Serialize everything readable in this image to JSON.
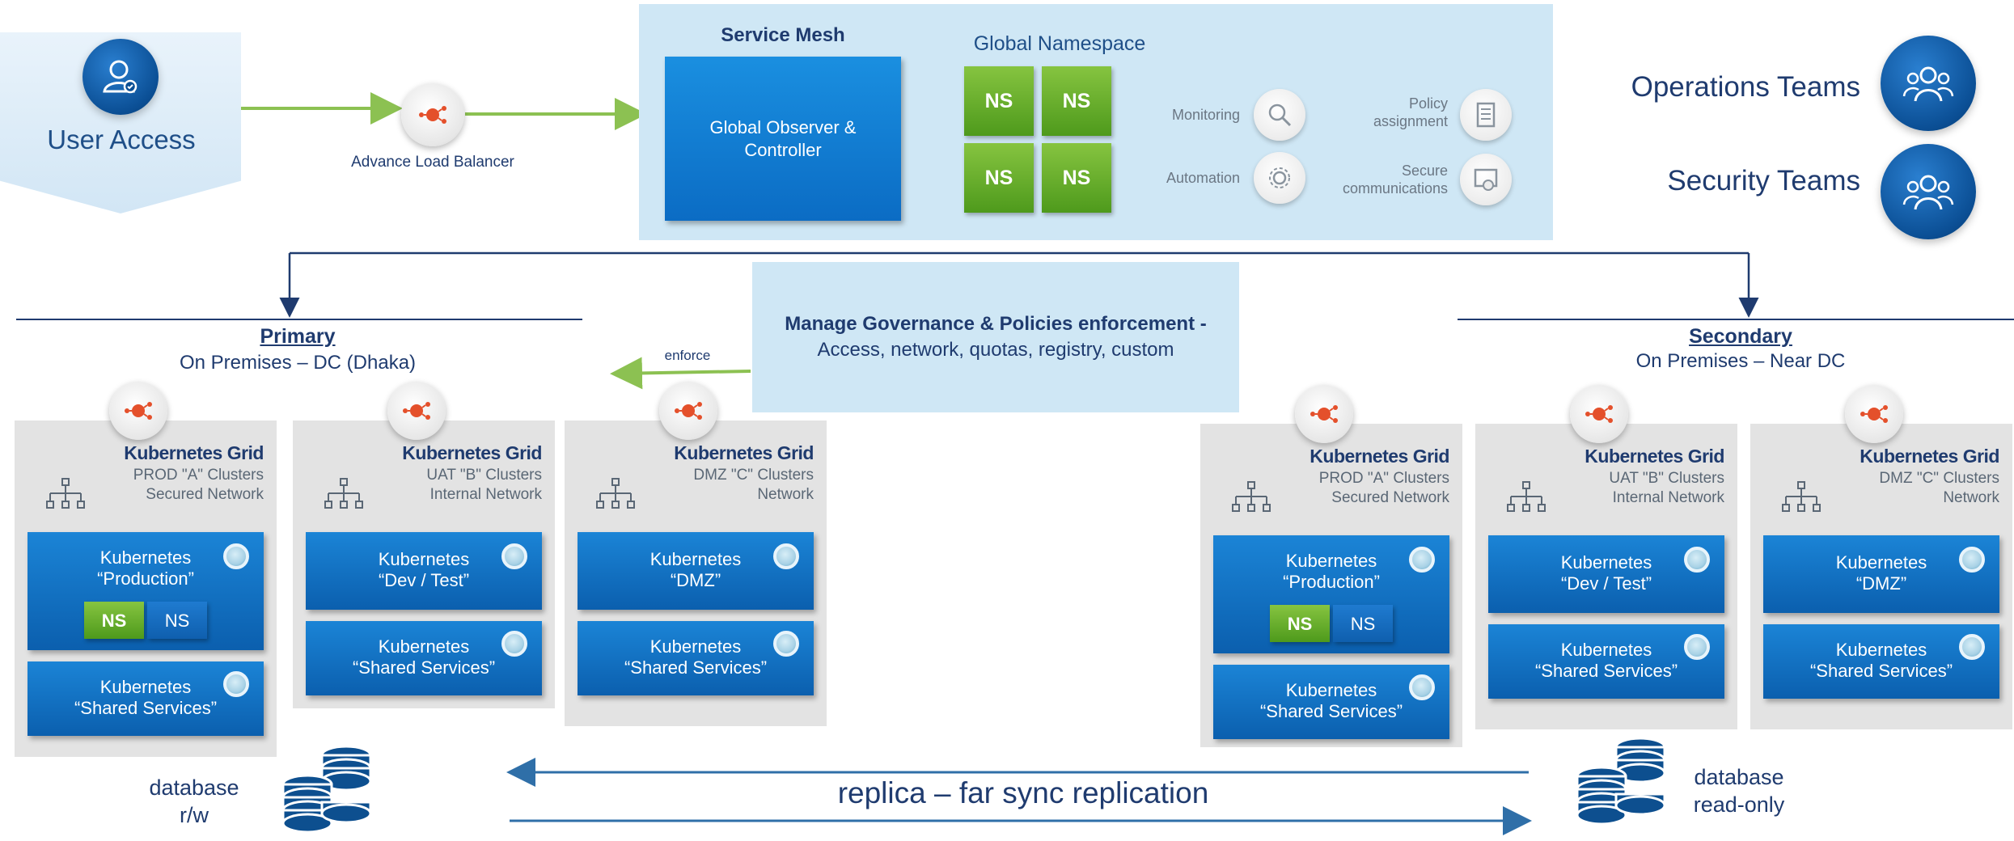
{
  "user_access": {
    "label": "User Access"
  },
  "load_balancer": {
    "label": "Advance Load Balancer"
  },
  "service_mesh": {
    "title": "Service Mesh",
    "observer": "Global Observer & Controller",
    "namespace_title": "Global Namespace",
    "ns_tiles": [
      "NS",
      "NS",
      "NS",
      "NS"
    ],
    "features": {
      "monitoring": "Monitoring",
      "automation": "Automation",
      "policy": "Policy assignment",
      "secure": "Secure communications"
    }
  },
  "teams": {
    "operations": "Operations Teams",
    "security": "Security Teams"
  },
  "governance": {
    "bold": "Manage Governance & Policies enforcement -",
    "rest": " Access, network, quotas, registry, custom"
  },
  "enforce_label": "enforce",
  "primary": {
    "title": "Primary",
    "subtitle": "On Premises – DC (Dhaka)",
    "grids": [
      {
        "title": "Kubernetes Grid",
        "sub1": "PROD \"A\" Clusters",
        "sub2": "Secured Network",
        "k1": [
          "Kubernetes",
          "“Production”"
        ],
        "ns": [
          "NS",
          "NS"
        ],
        "k2": [
          "Kubernetes",
          "“Shared Services”"
        ]
      },
      {
        "title": "Kubernetes Grid",
        "sub1": "UAT \"B\" Clusters",
        "sub2": "Internal Network",
        "k1": [
          "Kubernetes",
          "“Dev / Test”"
        ],
        "k2": [
          "Kubernetes",
          "“Shared Services”"
        ]
      },
      {
        "title": "Kubernetes Grid",
        "sub1": "DMZ \"C\" Clusters",
        "sub2": "Network",
        "k1": [
          "Kubernetes",
          "“DMZ”"
        ],
        "k2": [
          "Kubernetes",
          "“Shared Services”"
        ]
      }
    ]
  },
  "secondary": {
    "title": "Secondary",
    "subtitle": "On Premises – Near DC",
    "grids": [
      {
        "title": "Kubernetes Grid",
        "sub1": "PROD \"A\" Clusters",
        "sub2": "Secured Network",
        "k1": [
          "Kubernetes",
          "“Production”"
        ],
        "ns": [
          "NS",
          "NS"
        ],
        "k2": [
          "Kubernetes",
          "“Shared Services”"
        ]
      },
      {
        "title": "Kubernetes Grid",
        "sub1": "UAT \"B\" Clusters",
        "sub2": "Internal Network",
        "k1": [
          "Kubernetes",
          "“Dev / Test”"
        ],
        "k2": [
          "Kubernetes",
          "“Shared Services”"
        ]
      },
      {
        "title": "Kubernetes Grid",
        "sub1": "DMZ \"C\" Clusters",
        "sub2": "Network",
        "k1": [
          "Kubernetes",
          "“DMZ”"
        ],
        "k2": [
          "Kubernetes",
          "“Shared Services”"
        ]
      }
    ]
  },
  "database_primary": [
    "database",
    "r/w"
  ],
  "database_secondary": [
    "database",
    "read-only"
  ],
  "replica_label": "replica – far sync replication",
  "colors": {
    "navy": "#1f3b6f",
    "mesh_panel": "#cfe7f5",
    "green_arrow": "#8cc152",
    "ns_green": "#6db22e",
    "k_blue": "#0f6fc2"
  }
}
